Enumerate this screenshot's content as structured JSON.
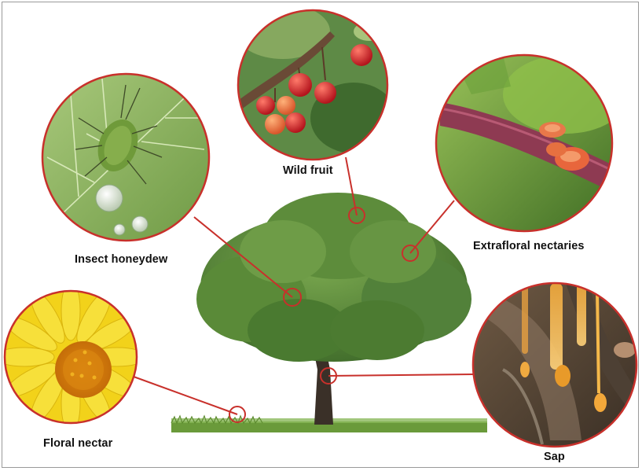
{
  "labels": {
    "wild_fruit": "Wild fruit",
    "insect_honeydew": "Insect honeydew",
    "extrafloral_nectaries": "Extrafloral nectaries",
    "floral_nectar": "Floral nectar",
    "sap": "Sap"
  },
  "colors": {
    "callout": "#c8302b",
    "foliage": "#4e7f33",
    "trunk": "#3a3028",
    "grass": "#6a9a3a",
    "label": "#111111"
  }
}
